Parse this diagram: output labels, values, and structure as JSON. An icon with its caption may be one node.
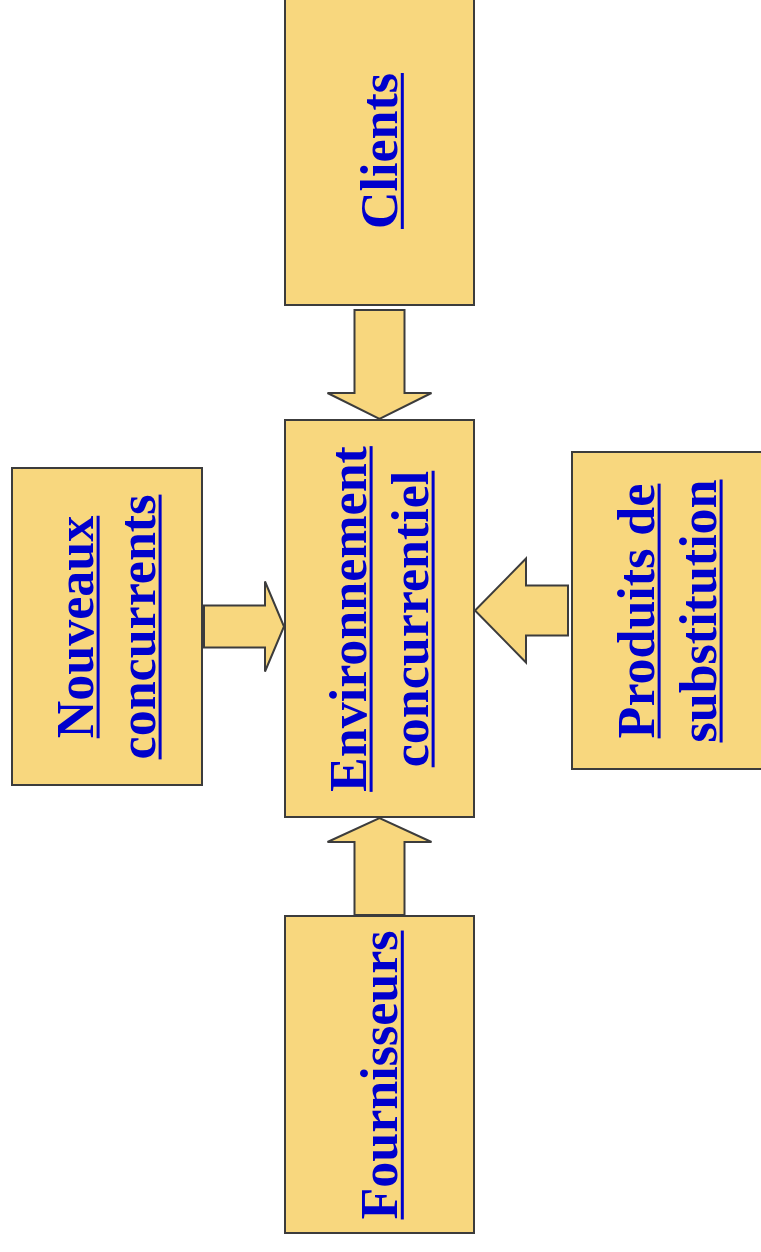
{
  "diagram": {
    "nodes": [
      {
        "text": [
          "Clients"
        ]
      },
      {
        "text": [
          "Nouveaux concurrents"
        ]
      },
      {
        "text": [
          "Environnement concurrentiel"
        ]
      },
      {
        "text": [
          "Produits de substitution"
        ]
      },
      {
        "text": [
          "Fournisseurs"
        ]
      }
    ],
    "edges": [
      {
        "from": 0,
        "to": 2,
        "arrow": "to"
      },
      {
        "from": 1,
        "to": 2,
        "arrow": "to"
      },
      {
        "from": 3,
        "to": 2,
        "arrow": "to"
      },
      {
        "from": 4,
        "to": 2,
        "arrow": "to"
      }
    ]
  }
}
